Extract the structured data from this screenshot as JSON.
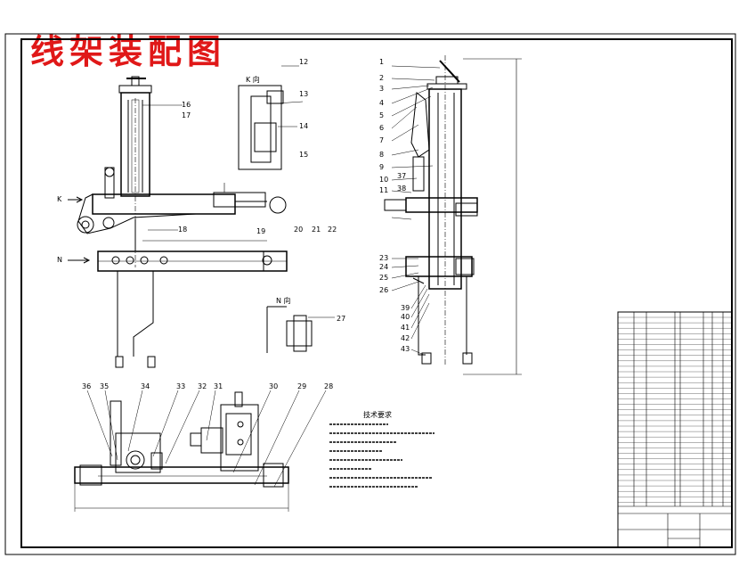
{
  "title": "线架装配图",
  "view_labels": {
    "k_view": "K 向",
    "n_view": "N 向",
    "k_arrow": "K",
    "n_arrow": "N"
  },
  "callouts": [
    "1",
    "2",
    "3",
    "4",
    "5",
    "6",
    "7",
    "8",
    "9",
    "10",
    "11",
    "12",
    "13",
    "14",
    "15",
    "16",
    "17",
    "18",
    "19",
    "20",
    "21",
    "22",
    "23",
    "24",
    "25",
    "26",
    "27",
    "28",
    "29",
    "30",
    "31",
    "32",
    "33",
    "34",
    "35",
    "36",
    "37",
    "38",
    "39",
    "40",
    "41",
    "42",
    "43"
  ],
  "notes_title": "技术要求",
  "colors": {
    "title": "#e01818",
    "line": "#000000",
    "paper": "#ffffff"
  }
}
